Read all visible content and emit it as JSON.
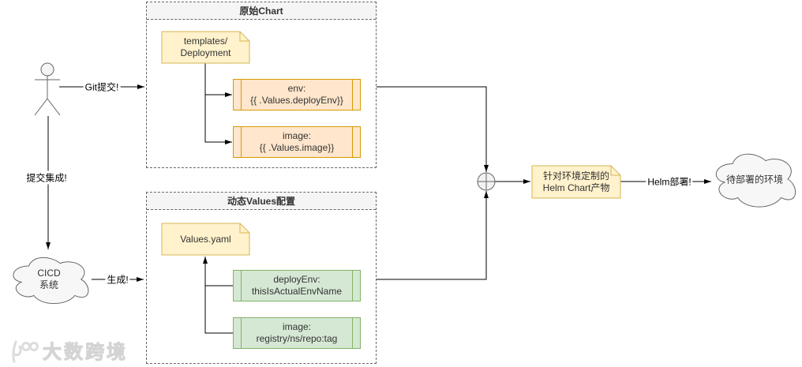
{
  "containers": {
    "original_chart": {
      "title": "原始Chart"
    },
    "dynamic_values": {
      "title": "动态Values配置"
    }
  },
  "nodes": {
    "templates_note": {
      "line1": "templates/",
      "line2": "Deployment"
    },
    "env_box": {
      "line1": "env:",
      "line2": "{{ .Values.deployEnv}}"
    },
    "image_box": {
      "line1": "image:",
      "line2": "{{ .Values.image}}"
    },
    "values_note": {
      "label": "Values.yaml"
    },
    "deployenv_box": {
      "line1": "deployEnv:",
      "line2": "thisIsActualEnvName"
    },
    "image_values_box": {
      "line1": "image:",
      "line2": "registry/ns/repo:tag"
    },
    "product_note": {
      "line1": "针对环境定制的",
      "line2": "Helm Chart产物"
    },
    "cicd_cloud": {
      "line1": "CICD",
      "line2": "系统"
    },
    "target_env_cloud": {
      "label": "待部署的环境"
    }
  },
  "edges": {
    "git_commit": "Git提交!",
    "submit_integration": "提交集成!",
    "generate": "生成!",
    "helm_deploy": "Helm部署!"
  },
  "watermark": {
    "text": "大数跨境"
  },
  "colors": {
    "note_fill": "#FFF2CC",
    "note_stroke": "#D6B656",
    "template_box_fill": "#FFE6CC",
    "template_box_stroke": "#D79B00",
    "values_box_fill": "#D5E8D4",
    "values_box_stroke": "#82B366",
    "cloud_fill": "#F7F7F7",
    "cloud_stroke": "#666666",
    "container_header_fill": "#F5F5F5",
    "edge_color": "#000000"
  }
}
